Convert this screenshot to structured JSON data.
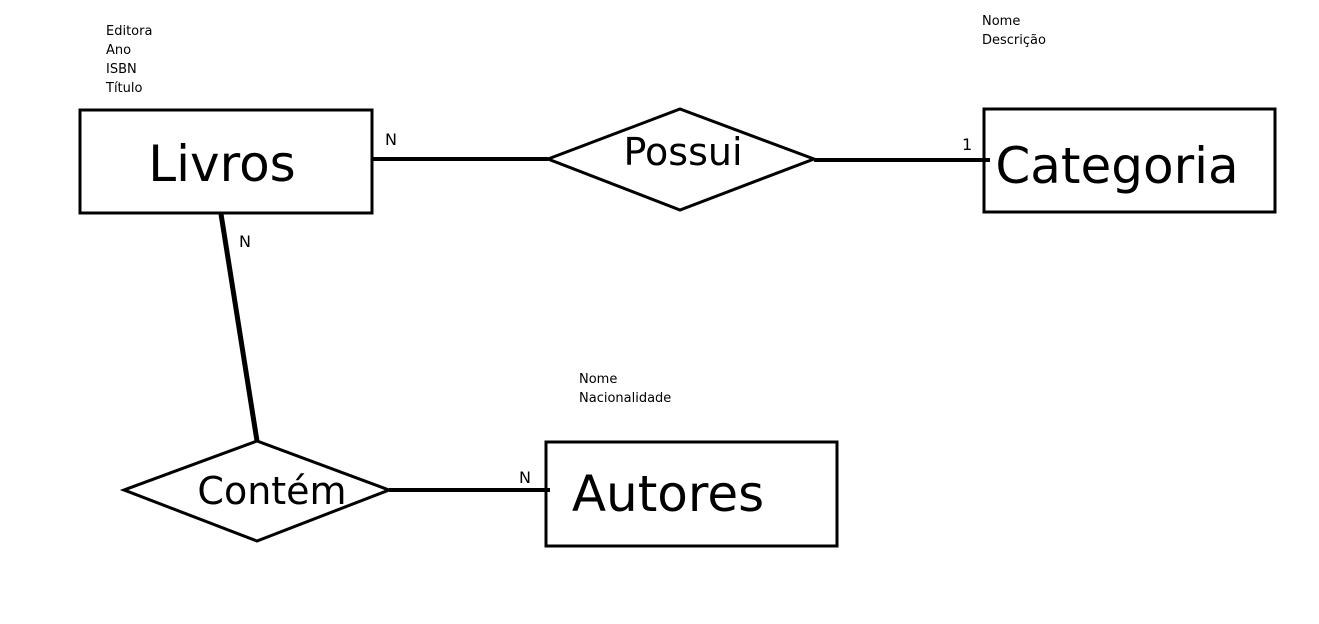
{
  "entities": {
    "livros": {
      "label": "Livros",
      "attributes": [
        "Editora",
        "Ano",
        "ISBN",
        "Título"
      ]
    },
    "categoria": {
      "label": "Categoria",
      "attributes": [
        "Nome",
        "Descrição"
      ]
    },
    "autores": {
      "label": "Autores",
      "attributes": [
        "Nome",
        "Nacionalidade"
      ]
    }
  },
  "relationships": {
    "possui": {
      "label": "Possui",
      "card_left": "N",
      "card_right": "1"
    },
    "contem": {
      "label": "Contém",
      "card_top": "N",
      "card_right": "N"
    }
  },
  "colors": {
    "stroke": "#000000",
    "background": "#ffffff"
  }
}
